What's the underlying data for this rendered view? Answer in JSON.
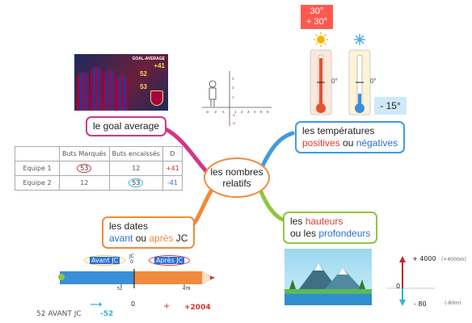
{
  "center": {
    "line1": "les nombres",
    "line2": "relatifs"
  },
  "goal": {
    "label": "le goal average",
    "photo": {
      "header": "GOAL-AVERAGE",
      "score": "+41",
      "big_num1": "52",
      "big_num2": "53"
    },
    "table": {
      "headers": [
        "",
        "Buts Marqués",
        "Buts encaissés",
        "D"
      ],
      "rows": [
        {
          "team": "Equipe 1",
          "marques": "53",
          "encaisses": "12",
          "d": "+41"
        },
        {
          "team": "Equipe 2",
          "marques": "12",
          "encaisses": "53",
          "d": "-41"
        }
      ]
    }
  },
  "temperatures": {
    "label_line1": "les températures",
    "positive": "positives",
    "ou": " ou ",
    "negative": "négatives",
    "hot_tag_line1": "30°",
    "hot_tag_line2": "+ 30°",
    "zero_left": "0°",
    "zero_right": "0°",
    "cold_value": "- 15°"
  },
  "dates": {
    "label_line1": "les dates",
    "avant": "avant",
    "ou": " ou ",
    "apres": "après",
    "jc": " JC",
    "timeline": {
      "avant_label": "Avant JC",
      "apres_label": "Après JC",
      "jc_label": "JC",
      "jc_zero": "0",
      "left_tick": "52",
      "right_tick": "476",
      "zero": "0",
      "plus": "+",
      "plus_2004": "+2004",
      "footnote": "52 AVANT JC",
      "footnote_neg": "-52"
    }
  },
  "hauteurs": {
    "les1": "les ",
    "hauteurs": "hauteurs",
    "line2_prefix": "ou les ",
    "profondeurs": "profondeurs",
    "top_value": "+ 4000",
    "top_note": "(+4000m)",
    "zero": "0",
    "bottom_value": "- 80",
    "bottom_note": "(-80m)"
  },
  "axes": {
    "y_ticks": [
      "3",
      "2",
      "1",
      "-1",
      "-2"
    ],
    "x_ticks": [
      "-3",
      "-2",
      "-1",
      "1",
      "2",
      "3",
      "4",
      "5",
      "6"
    ]
  },
  "colors": {
    "goal": "#d1378a",
    "temperatures": "#3f9ae0",
    "dates": "#f08a3c",
    "hauteurs": "#8fc640",
    "positive": "#e53935",
    "negative": "#2c6fd6"
  }
}
